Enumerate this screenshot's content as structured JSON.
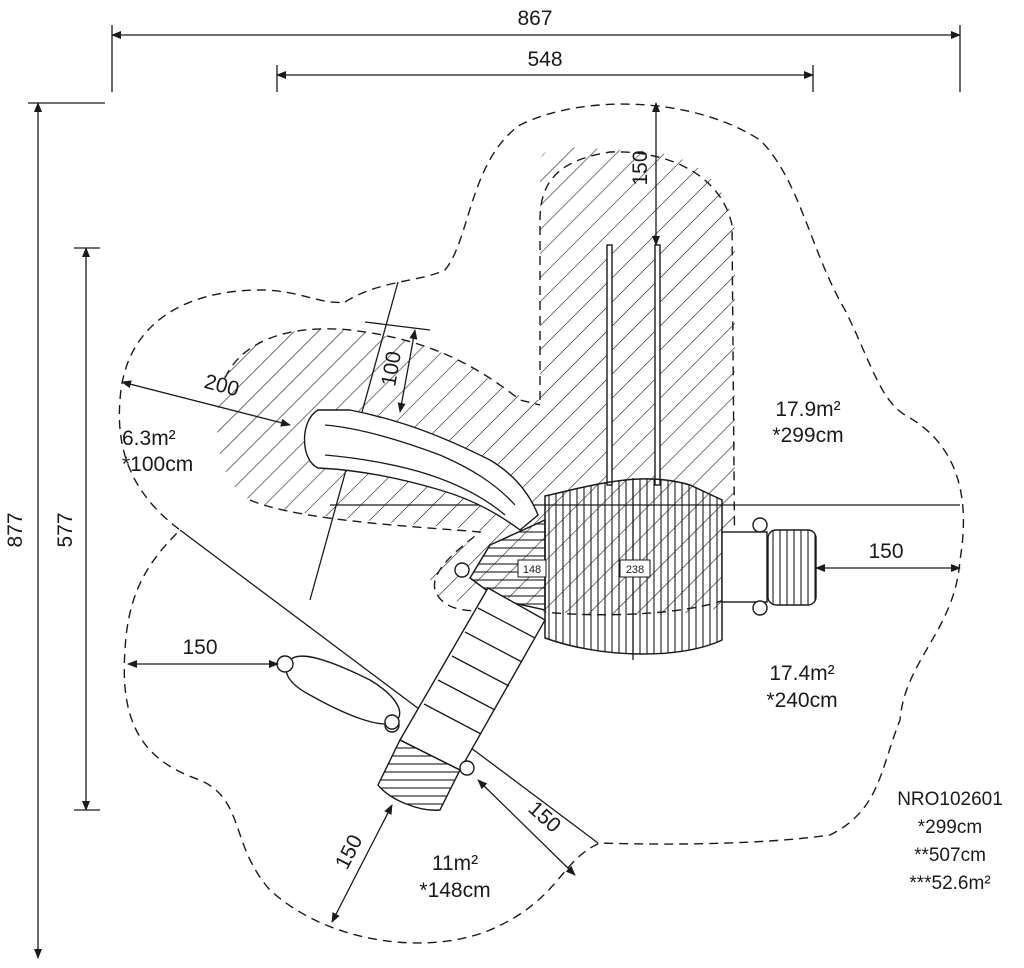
{
  "dimensions": {
    "overall_width": "867",
    "inner_width": "548",
    "overall_height": "877",
    "inner_height": "577",
    "top_clearance": "150",
    "slide_exit": "200",
    "slide_width": "100",
    "right_clearance": "150",
    "left_clearance": "150",
    "bottom_right_clearance": "150",
    "bottom_left_clearance": "150"
  },
  "zones": {
    "slide_area": "6.3m²",
    "slide_height": "*100cm",
    "top_right_area": "17.9m²",
    "top_right_height": "*299cm",
    "right_area": "17.4m²",
    "right_height": "*240cm",
    "bottom_area": "11m²",
    "bottom_height": "*148cm"
  },
  "platforms": {
    "low_platform": "148",
    "high_platform": "238"
  },
  "summary": {
    "code": "NRO102601",
    "max_fall_height": "*299cm",
    "free_height": "**507cm",
    "total_area": "***52.6m²"
  }
}
